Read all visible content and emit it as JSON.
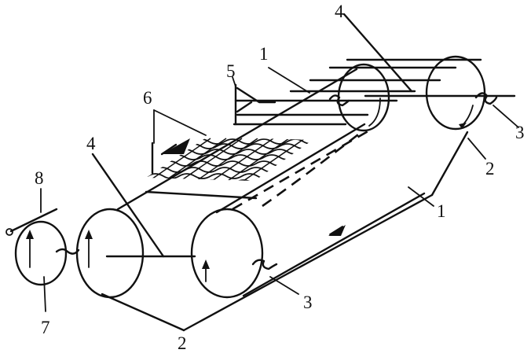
{
  "labels": {
    "belt": "1",
    "pulley": "2",
    "journal": "3",
    "shaft": "4",
    "bracket": "5",
    "sheet": "6",
    "wheel": "7",
    "handle": "8"
  },
  "colors": {
    "ink": "#111111",
    "background": "#ffffff"
  }
}
